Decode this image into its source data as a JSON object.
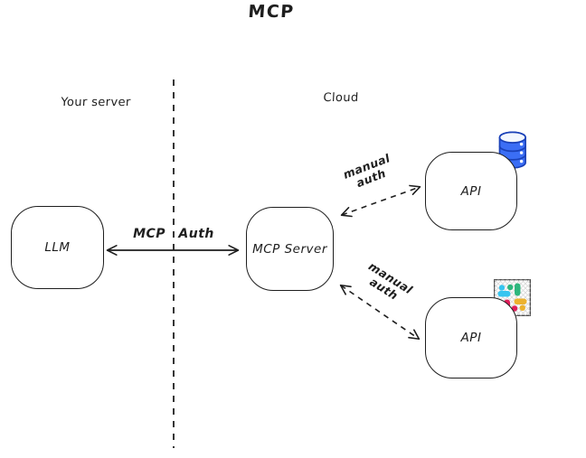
{
  "title": "MCP",
  "regions": {
    "left": "Your server",
    "right": "Cloud"
  },
  "nodes": {
    "llm": {
      "label": "LLM"
    },
    "mcp_server": {
      "label": "MCP Server"
    },
    "api_database": {
      "label": "API"
    },
    "api_slack": {
      "label": "API"
    }
  },
  "edges": {
    "llm_mcp": {
      "label": "MCP Auth",
      "style": "solid-double-arrow"
    },
    "mcp_api_database": {
      "label_line1": "manual",
      "label_line2": "auth",
      "style": "dashed-double-arrow"
    },
    "mcp_api_slack": {
      "label_line1": "manual",
      "label_line2": "auth",
      "style": "dashed-double-arrow"
    }
  },
  "icons": {
    "top_api": "database-icon",
    "bottom_api": "slack-icon"
  },
  "colors": {
    "stroke": "#1e1e1e",
    "database_fill": "#3b6ef5",
    "database_stroke": "#1a41b8",
    "slack_blue": "#36c5f0",
    "slack_green": "#2eb67d",
    "slack_red": "#e01e5a",
    "slack_yellow": "#ecb22e"
  }
}
